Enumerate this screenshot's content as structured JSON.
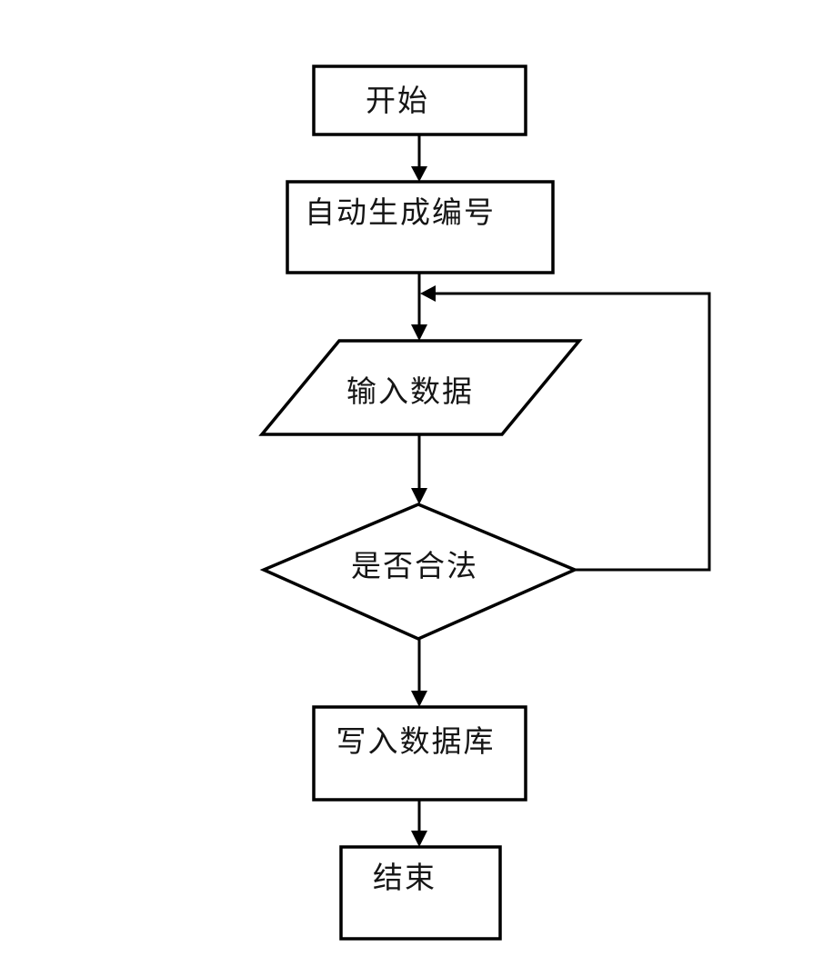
{
  "diagram": {
    "type": "flowchart",
    "background_color": "#ffffff",
    "line_color": "#000000",
    "text_color": "#151515",
    "nodes": [
      {
        "id": "start",
        "shape": "rectangle",
        "label": "开始"
      },
      {
        "id": "auto-number",
        "shape": "rectangle",
        "label": "自动生成编号"
      },
      {
        "id": "input-data",
        "shape": "parallelogram",
        "label": "输入数据"
      },
      {
        "id": "validate",
        "shape": "diamond",
        "label": "是否合法"
      },
      {
        "id": "write-db",
        "shape": "rectangle",
        "label": "写入数据库"
      },
      {
        "id": "end",
        "shape": "rectangle",
        "label": "结束"
      }
    ],
    "edges": [
      {
        "from": "start",
        "to": "auto-number",
        "style": "arrow-down"
      },
      {
        "from": "auto-number",
        "to": "input-data",
        "style": "arrow-down"
      },
      {
        "from": "input-data",
        "to": "validate",
        "style": "arrow-down"
      },
      {
        "from": "validate",
        "to": "write-db",
        "style": "arrow-down"
      },
      {
        "from": "validate",
        "to": "input-data",
        "style": "feedback-loop-right-side"
      },
      {
        "from": "write-db",
        "to": "end",
        "style": "arrow-down"
      }
    ]
  }
}
